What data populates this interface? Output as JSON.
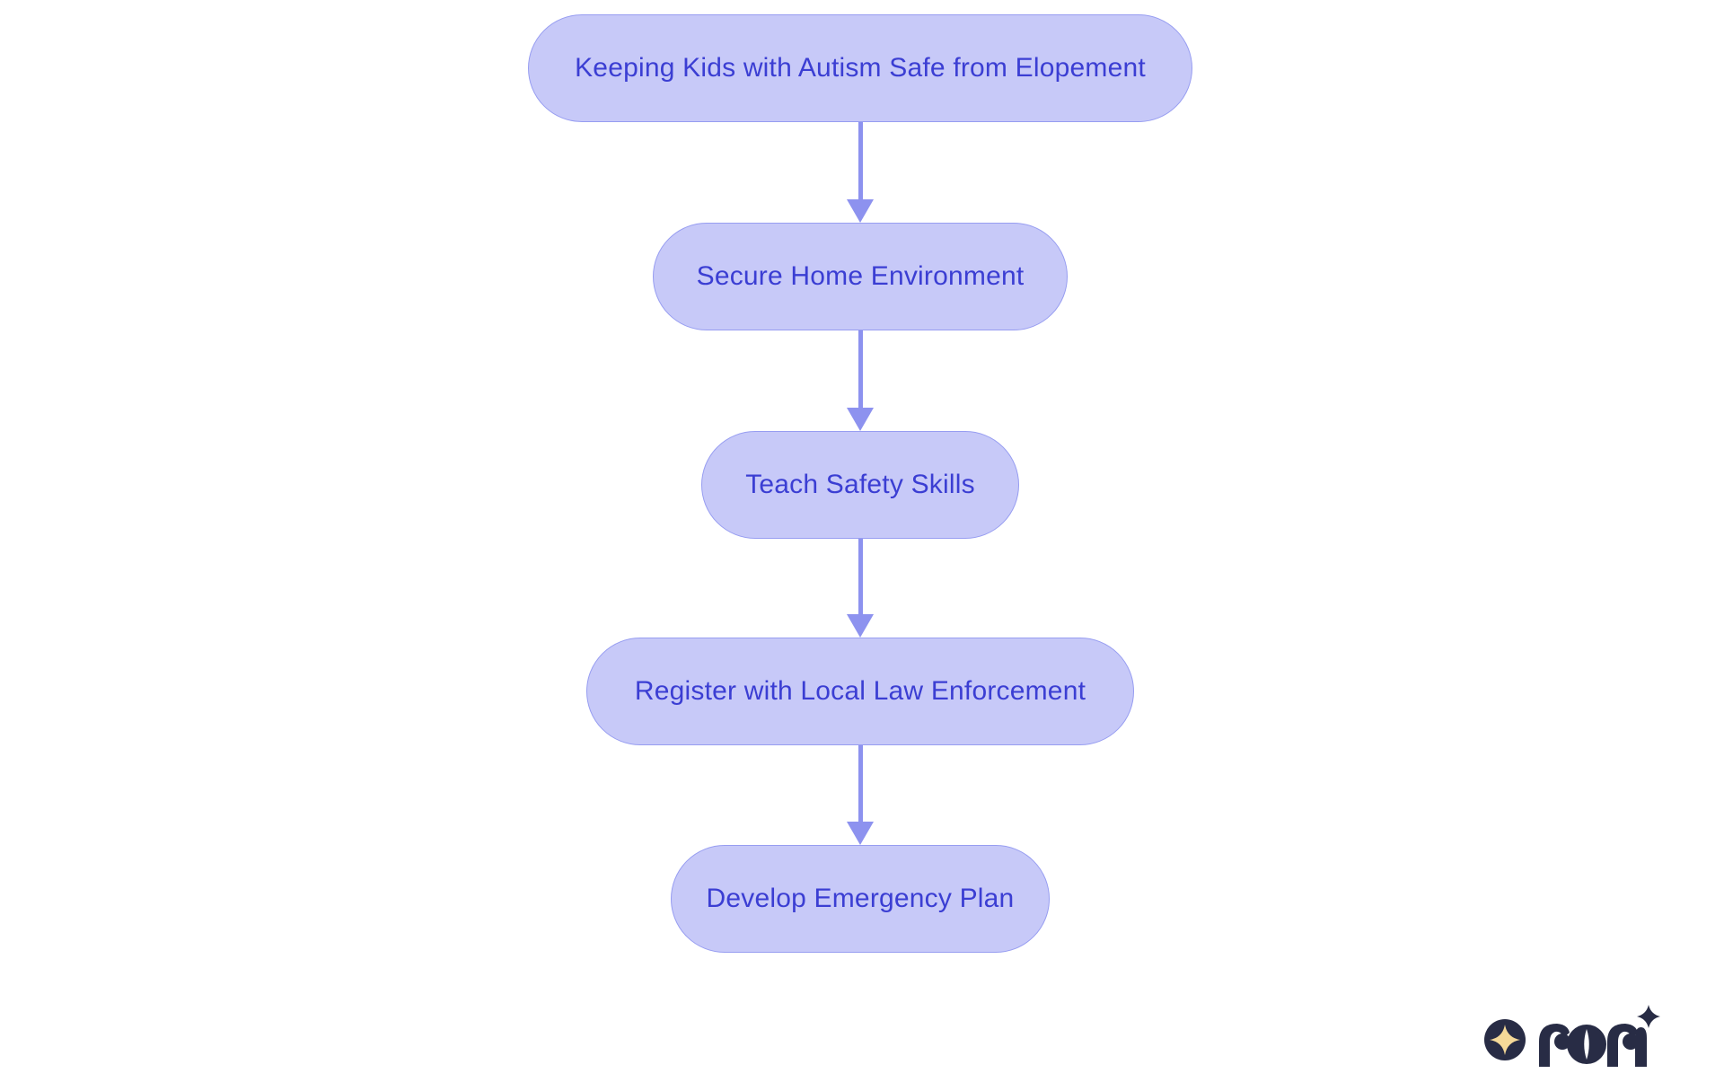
{
  "diagram": {
    "type": "flowchart",
    "direction": "down",
    "nodes": [
      {
        "label": "Keeping Kids with Autism Safe from Elopement"
      },
      {
        "label": "Secure Home Environment"
      },
      {
        "label": "Teach Safety Skills"
      },
      {
        "label": "Register with Local Law Enforcement"
      },
      {
        "label": "Develop Emergency Plan"
      }
    ],
    "edges": [
      {
        "from": "Keeping Kids with Autism Safe from Elopement",
        "to": "Secure Home Environment"
      },
      {
        "from": "Secure Home Environment",
        "to": "Teach Safety Skills"
      },
      {
        "from": "Teach Safety Skills",
        "to": "Register with Local Law Enforcement"
      },
      {
        "from": "Register with Local Law Enforcement",
        "to": "Develop Emergency Plan"
      }
    ],
    "colors": {
      "node_fill": "#c7c9f8",
      "node_border": "#979df1",
      "node_text": "#3b3ed3",
      "connector": "#8d92ef"
    }
  },
  "branding": {
    "logo_text": "rori",
    "logo_icon": "sparkle-star-icon",
    "colors": {
      "navy": "#282c45",
      "gold": "#f5d998"
    }
  }
}
